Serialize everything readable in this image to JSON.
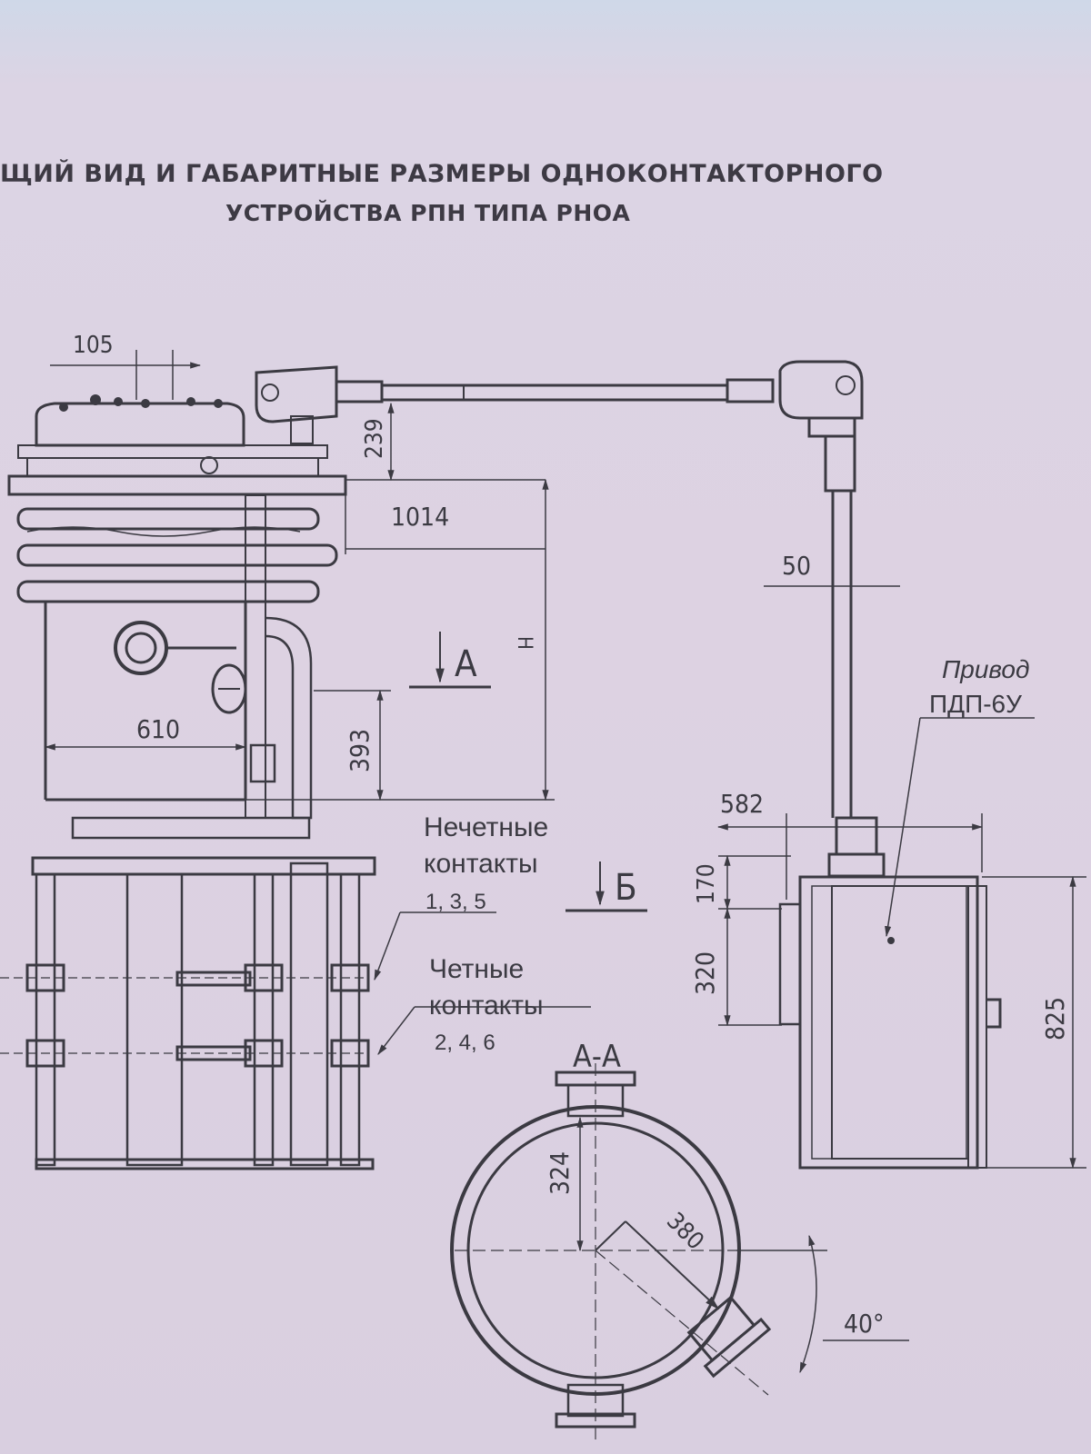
{
  "title": {
    "line1": "ЩИЙ ВИД И ГАБАРИТНЫЕ РАЗМЕРЫ ОДНОКОНТАКТОРНОГО",
    "line2": "УСТРОЙСТВА РПН ТИПА РНОА"
  },
  "dimensions": {
    "d105": "105",
    "d239": "239",
    "d1014": "1014",
    "d50": "50",
    "dH": "Н",
    "d393": "393",
    "d610": "610",
    "d582": "582",
    "d170": "170",
    "d320": "320",
    "d825": "825",
    "d324": "324",
    "d380": "380",
    "d40": "40°"
  },
  "section_marks": {
    "a": "А",
    "b": "Б",
    "aa": "А-А"
  },
  "labels": {
    "drive_line1": "Привод",
    "drive_line2": "ПДП-6У",
    "odd_line1": "Нечетные",
    "odd_line2": "контакты",
    "odd_numbers": "1, 3, 5",
    "even_line1": "Четные",
    "even_line2": "контакты",
    "even_numbers": "2, 4, 6"
  },
  "colors": {
    "ink": "#3b3a42",
    "paper": "#ddd3e3"
  }
}
